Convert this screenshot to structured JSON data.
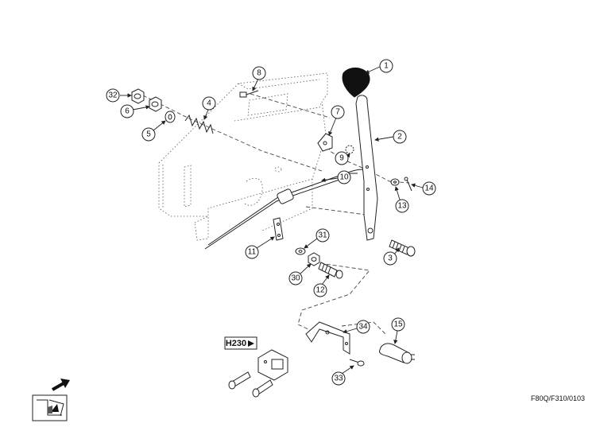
{
  "callouts": [
    "1",
    "2",
    "3",
    "4",
    "5",
    "6",
    "7",
    "8",
    "9",
    "10",
    "11",
    "12",
    "13",
    "14",
    "15",
    "30",
    "31",
    "32",
    "33",
    "34"
  ],
  "reference_tag": "H230",
  "drawing_code": "F80Q/F310/0103",
  "icons": {
    "direction_arrow": "arrow-icon",
    "seat_symbol": "seat-icon"
  }
}
